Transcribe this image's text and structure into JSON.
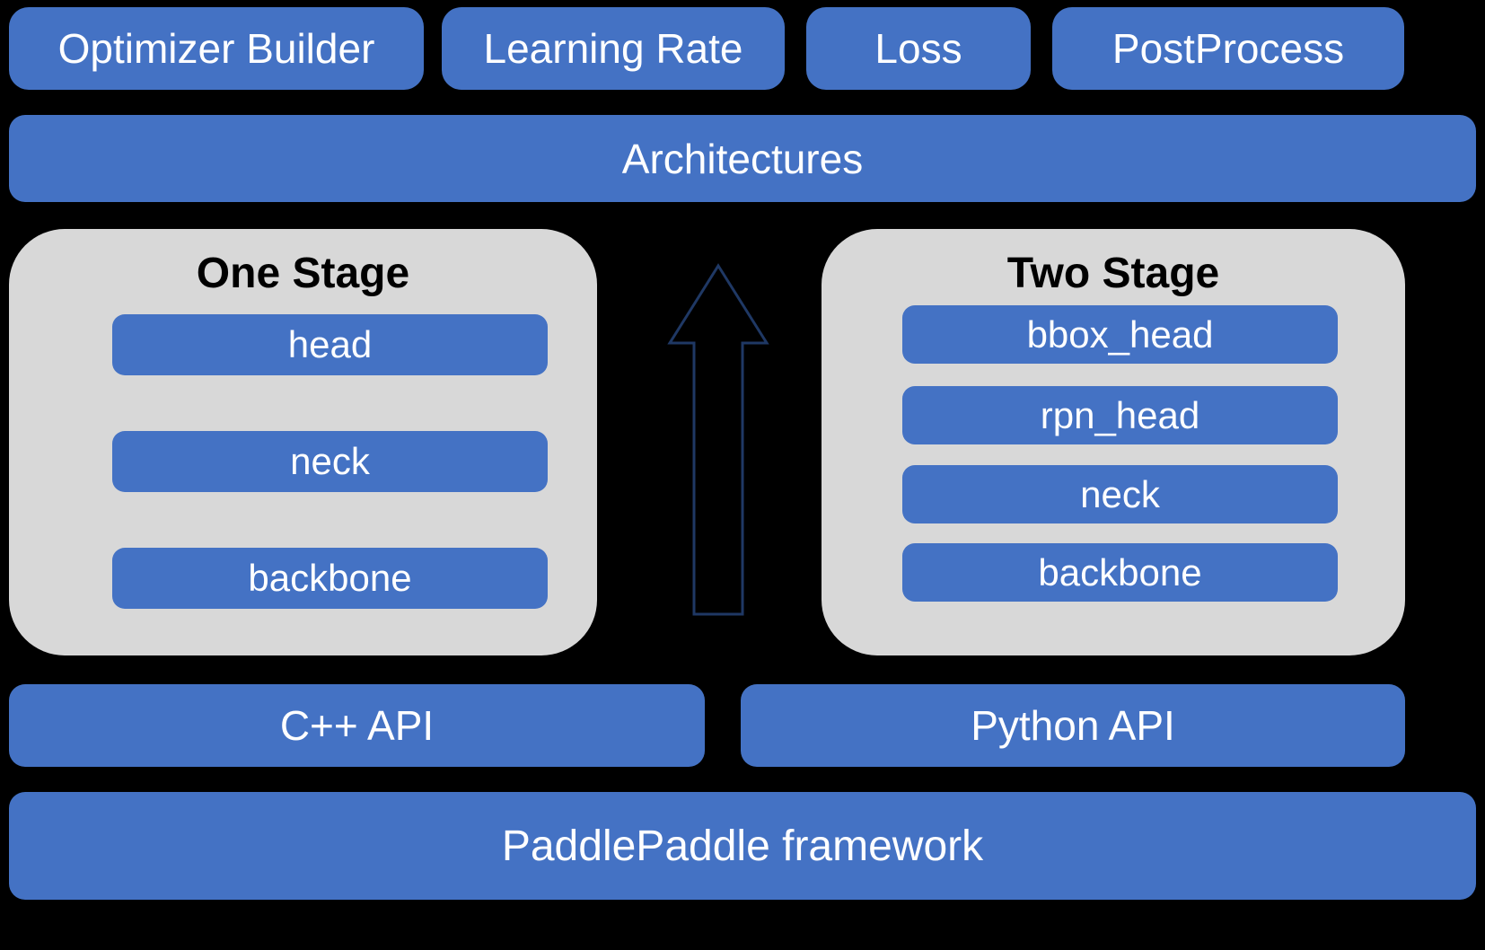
{
  "colors": {
    "blue": "#4472C4",
    "gray": "#D8D8D8",
    "bg": "#000000",
    "arrow": "#1F3864",
    "text-light": "#FFFFFF",
    "text-dark": "#000000"
  },
  "top_row": [
    {
      "label": "Optimizer Builder"
    },
    {
      "label": "Learning Rate"
    },
    {
      "label": "Loss"
    },
    {
      "label": "PostProcess"
    }
  ],
  "architectures": {
    "label": "Architectures"
  },
  "one_stage": {
    "title": "One Stage",
    "items": [
      "head",
      "neck",
      "backbone"
    ]
  },
  "two_stage": {
    "title": "Two Stage",
    "items": [
      "bbox_head",
      "rpn_head",
      "neck",
      "backbone"
    ]
  },
  "api_row": [
    {
      "label": "C++ API"
    },
    {
      "label": "Python API"
    }
  ],
  "framework": {
    "label": "PaddlePaddle framework"
  }
}
